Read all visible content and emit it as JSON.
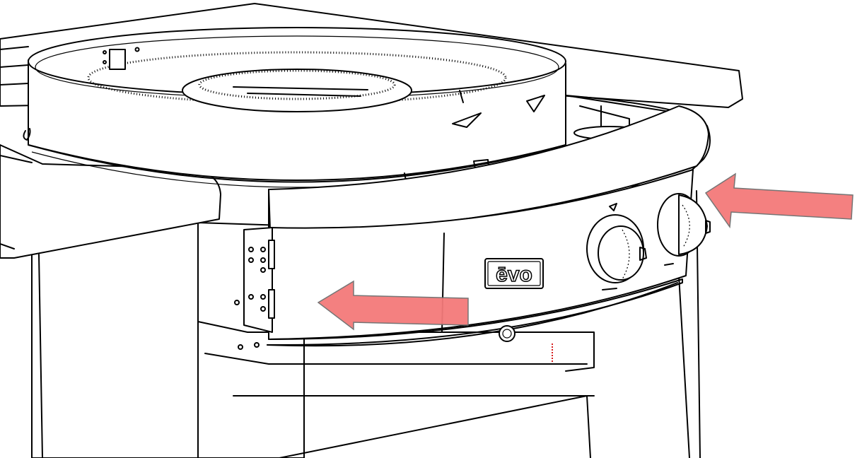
{
  "figure": {
    "brand_logo_text": "ēvo",
    "arrows": [
      {
        "name": "arrow-right-pointing-left",
        "direction": "left"
      },
      {
        "name": "arrow-center-pointing-left",
        "direction": "left"
      }
    ],
    "colors": {
      "arrow_fill": "#f47a7a",
      "arrow_stroke": "#6e6e6e",
      "line": "#000000",
      "background": "#ffffff",
      "accent_dash": "#d62020"
    }
  }
}
